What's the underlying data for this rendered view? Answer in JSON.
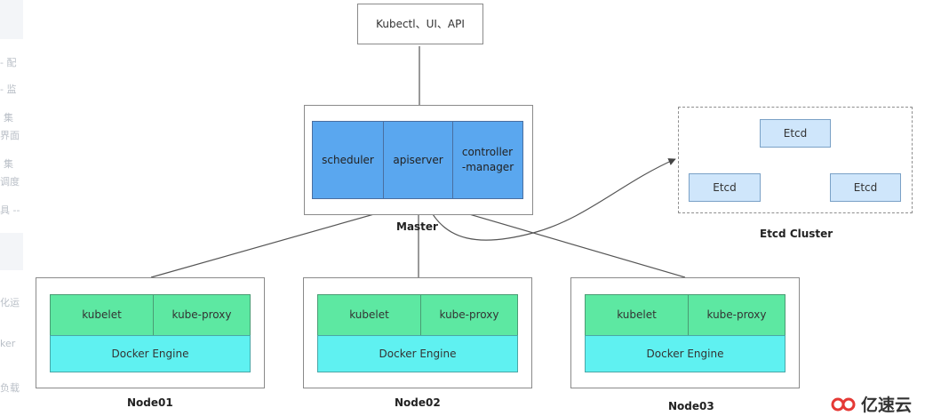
{
  "client": {
    "label": "Kubectl、UI、API"
  },
  "master": {
    "title": "Master",
    "components": [
      "scheduler",
      "apiserver",
      "controller\n-manager"
    ]
  },
  "etcd_cluster": {
    "title": "Etcd Cluster",
    "members": [
      "Etcd",
      "Etcd",
      "Etcd"
    ]
  },
  "nodes": [
    {
      "title": "Node01",
      "kubelet": "kubelet",
      "proxy": "kube-proxy",
      "engine": "Docker Engine"
    },
    {
      "title": "Node02",
      "kubelet": "kubelet",
      "proxy": "kube-proxy",
      "engine": "Docker Engine"
    },
    {
      "title": "Node03",
      "kubelet": "kubelet",
      "proxy": "kube-proxy",
      "engine": "Docker Engine"
    }
  ],
  "page_fragments": {
    "left": [
      "- 配",
      "- 监",
      "集",
      "界面",
      "集",
      "调度",
      "具 --",
      "化运",
      "ker",
      "负载"
    ]
  },
  "watermark": {
    "logo_text": "亿速云"
  },
  "colors": {
    "master_component": "#5aa7ef",
    "node_agent": "#5de8a2",
    "docker_engine": "#5ff1f1",
    "etcd_member": "#cfe6fb",
    "logo_red": "#e53935"
  }
}
